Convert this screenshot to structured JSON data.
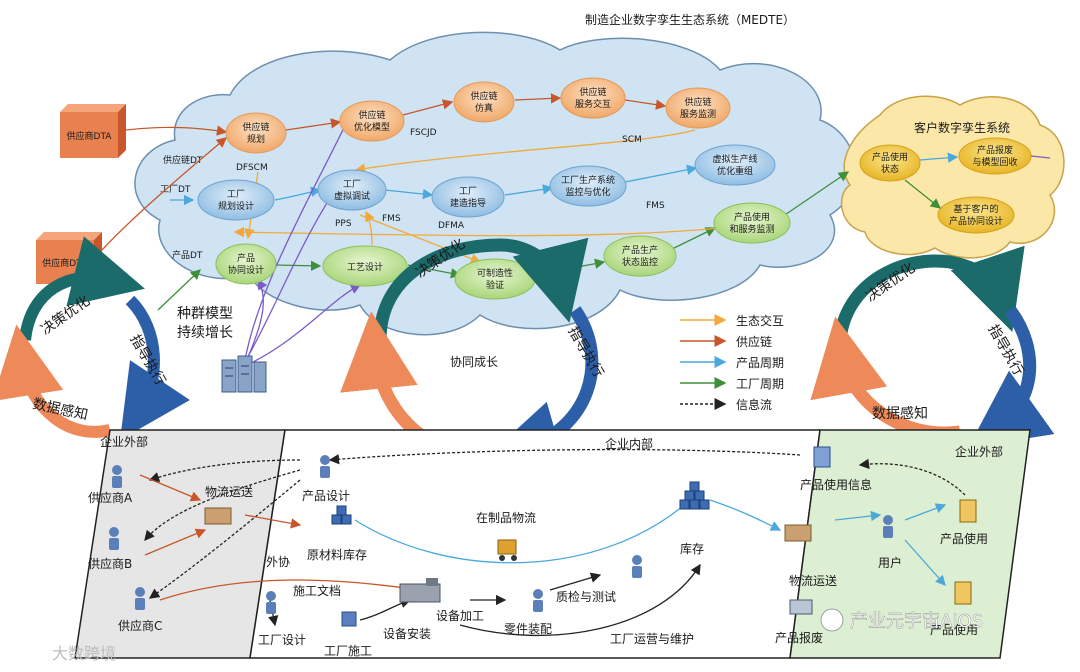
{
  "title": "制造企业数字孪生生态系统（MEDTE）",
  "supplier_dt": [
    "供应商DTA",
    "供应商DTB"
  ],
  "cloud_row_labels": [
    "供应链DT",
    "工厂DT",
    "产品DT"
  ],
  "cloud_nodes": {
    "sc_plan": [
      "供应链",
      "规划"
    ],
    "sc_opt": [
      "供应链",
      "优化模型"
    ],
    "sc_sim": [
      "供应链",
      "仿真"
    ],
    "sc_inter": [
      "供应链",
      "服务交互"
    ],
    "sc_mon": [
      "供应链",
      "服务监测"
    ],
    "f_plan": [
      "工厂",
      "规划设计"
    ],
    "f_virt": [
      "工厂",
      "虚拟调试"
    ],
    "f_guide": [
      "工厂",
      "建造指导"
    ],
    "f_prod": [
      "工厂生产系统",
      "监控与优化"
    ],
    "f_reorg": [
      "虚拟生产线",
      "优化重组"
    ],
    "p_design": [
      "产品",
      "协同设计"
    ],
    "p_proc": [
      "工艺设计"
    ],
    "p_verify": [
      "可制造性",
      "验证"
    ],
    "p_status": [
      "产品生产",
      "状态监控"
    ],
    "p_use": [
      "产品使用",
      "和服务监测"
    ]
  },
  "edge_labels": [
    "DFSCM",
    "FSCJD",
    "SCM",
    "PPS",
    "FMS",
    "DFMA",
    "FMS"
  ],
  "customer": {
    "title": "客户数字孪生系统",
    "nodes": {
      "status": [
        "产品使用",
        "状态"
      ],
      "recycle": [
        "产品报废",
        "与模型回收"
      ],
      "design": [
        "基于客户的",
        "产品协同设计"
      ]
    }
  },
  "cycle": {
    "decision": "决策优化",
    "guide": "指导执行",
    "sense": "数据感知"
  },
  "population_label": [
    "种群模型",
    "持续增长"
  ],
  "collab_label": "协同成长",
  "legend": [
    {
      "label": "生态交互",
      "color": "#f2a93b",
      "dash": false
    },
    {
      "label": "供应链",
      "color": "#c8562a",
      "dash": false
    },
    {
      "label": "产品周期",
      "color": "#4aa8dc",
      "dash": false
    },
    {
      "label": "工厂周期",
      "color": "#3f8f3a",
      "dash": false
    },
    {
      "label": "信息流",
      "color": "#222222",
      "dash": true
    }
  ],
  "physical": {
    "left_title": "企业外部",
    "mid_title": "企业内部",
    "right_title": "企业外部",
    "suppliers": [
      "供应商A",
      "供应商B",
      "供应商C"
    ],
    "logistics_in": "物流运送",
    "product_design": "产品设计",
    "material_stock": "原材料库存",
    "outsourcing": "外协",
    "construction_doc": "施工文档",
    "factory_design": "工厂设计",
    "factory_build": "工厂施工",
    "equipment_install": "设备安装",
    "equipment_proc": "设备加工",
    "wip_logistics": "在制品物流",
    "qc": "质检与测试",
    "assembly": "零件装配",
    "inventory": "库存",
    "ops_maintenance": "工厂运营与维护",
    "usage_info": "产品使用信息",
    "logistics_out": "物流运送",
    "user": "用户",
    "product_use_1": "产品使用",
    "product_use_2": "产品使用",
    "scrap": "产品报废"
  },
  "watermarks": {
    "left": "大数跨境",
    "right": "产业元宇宙AIOS"
  },
  "colors": {
    "cloud_fill": "#cfe3f3",
    "customer_fill": "#fbe7a8",
    "left_panel": "#e6e6e6",
    "right_panel": "#dcefd2",
    "cycle_orange": "#ee8a5a",
    "cycle_blue": "#2d5fa8",
    "cycle_teal": "#1c6b6b"
  }
}
